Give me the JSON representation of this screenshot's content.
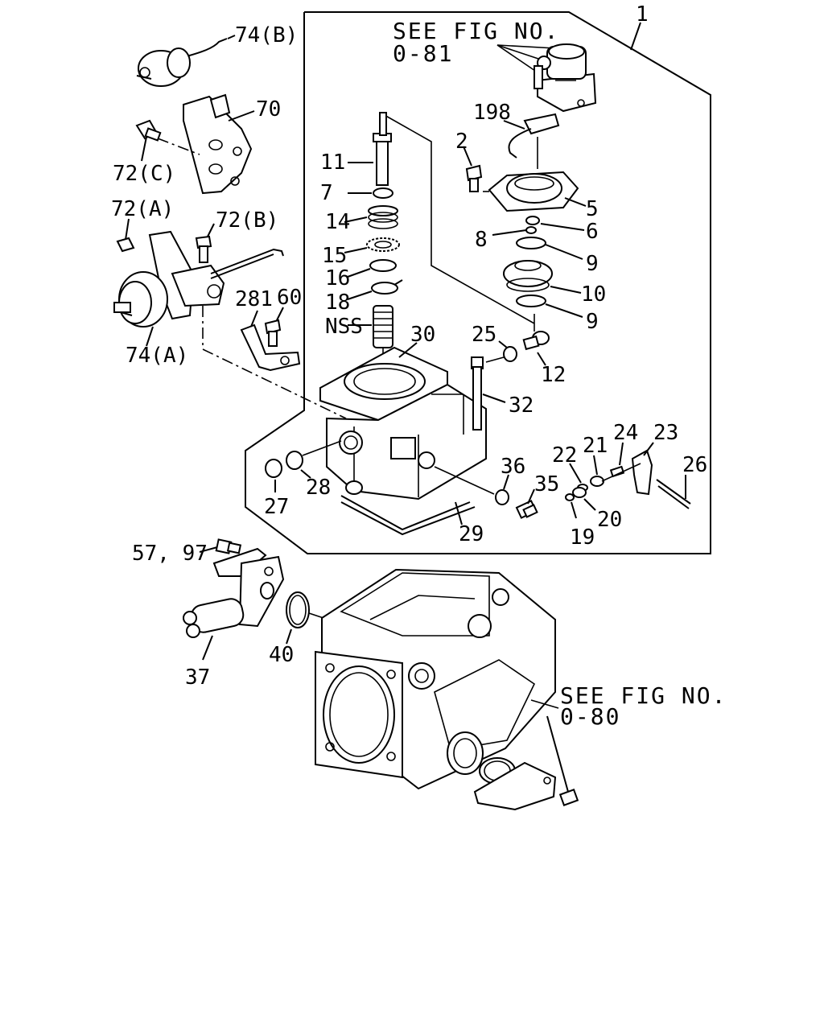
{
  "references": {
    "top": {
      "line1": "SEE FIG NO.",
      "line2": "0-81"
    },
    "bottom": {
      "line1": "SEE FIG NO.",
      "line2": "0-80"
    }
  },
  "callouts": [
    {
      "id": "c1",
      "text": "1"
    },
    {
      "id": "c74b",
      "text": "74(B)"
    },
    {
      "id": "c70",
      "text": "70"
    },
    {
      "id": "c72c",
      "text": "72(C)"
    },
    {
      "id": "c72a",
      "text": "72(A)"
    },
    {
      "id": "c72b",
      "text": "72(B)"
    },
    {
      "id": "c74a",
      "text": "74(A)"
    },
    {
      "id": "c281",
      "text": "281"
    },
    {
      "id": "c60",
      "text": "60"
    },
    {
      "id": "c198",
      "text": "198"
    },
    {
      "id": "c2",
      "text": "2"
    },
    {
      "id": "c5",
      "text": "5"
    },
    {
      "id": "c6",
      "text": "6"
    },
    {
      "id": "c8",
      "text": "8"
    },
    {
      "id": "c9a",
      "text": "9"
    },
    {
      "id": "c10",
      "text": "10"
    },
    {
      "id": "c9b",
      "text": "9"
    },
    {
      "id": "c12",
      "text": "12"
    },
    {
      "id": "c11",
      "text": "11"
    },
    {
      "id": "c7",
      "text": "7"
    },
    {
      "id": "c14",
      "text": "14"
    },
    {
      "id": "c15",
      "text": "15"
    },
    {
      "id": "c16",
      "text": "16"
    },
    {
      "id": "c18",
      "text": "18"
    },
    {
      "id": "cnss",
      "text": "NSS"
    },
    {
      "id": "c30",
      "text": "30"
    },
    {
      "id": "c25",
      "text": "25"
    },
    {
      "id": "c32",
      "text": "32"
    },
    {
      "id": "c23",
      "text": "23"
    },
    {
      "id": "c24",
      "text": "24"
    },
    {
      "id": "c21",
      "text": "21"
    },
    {
      "id": "c22",
      "text": "22"
    },
    {
      "id": "c26",
      "text": "26"
    },
    {
      "id": "c36",
      "text": "36"
    },
    {
      "id": "c35",
      "text": "35"
    },
    {
      "id": "c20",
      "text": "20"
    },
    {
      "id": "c19",
      "text": "19"
    },
    {
      "id": "c27",
      "text": "27"
    },
    {
      "id": "c28",
      "text": "28"
    },
    {
      "id": "c29",
      "text": "29"
    },
    {
      "id": "c5797",
      "text": "57, 97"
    },
    {
      "id": "c37",
      "text": "37"
    },
    {
      "id": "c40",
      "text": "40"
    }
  ]
}
